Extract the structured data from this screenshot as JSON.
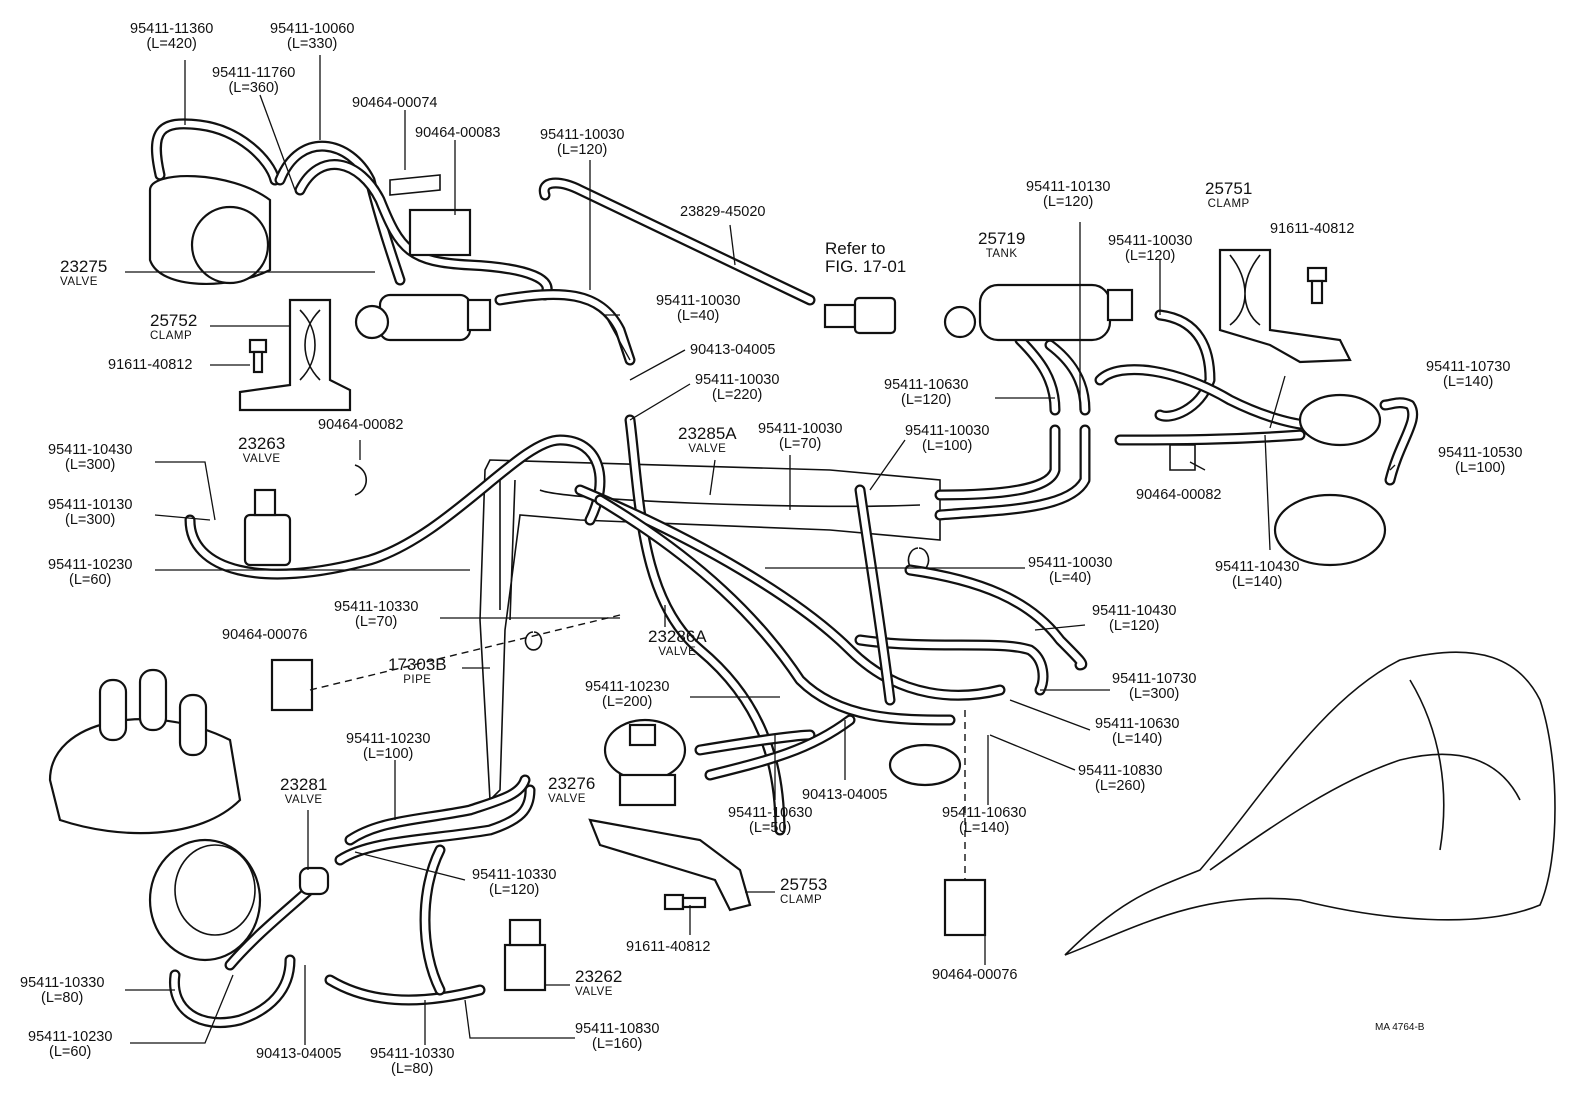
{
  "diagram": {
    "code": "MA 4764-B",
    "refer": {
      "line1": "Refer to",
      "line2": "FIG. 17-01"
    },
    "labels": [
      {
        "id": "a1",
        "pn": "95411-11360",
        "len": "(L=420)"
      },
      {
        "id": "a2",
        "pn": "95411-10060",
        "len": "(L=330)"
      },
      {
        "id": "a3",
        "pn": "95411-11760",
        "len": "(L=360)"
      },
      {
        "id": "a4",
        "pn": "90464-00074",
        "len": ""
      },
      {
        "id": "a5",
        "pn": "90464-00083",
        "len": ""
      },
      {
        "id": "a6",
        "pn": "95411-10030",
        "len": "(L=120)"
      },
      {
        "id": "a7",
        "pn": "23829-45020",
        "len": ""
      },
      {
        "id": "a8",
        "pn": "23275",
        "sub": "VALVE"
      },
      {
        "id": "a9",
        "pn": "25752",
        "sub": "CLAMP"
      },
      {
        "id": "a10",
        "pn": "91611-40812",
        "len": ""
      },
      {
        "id": "a11",
        "pn": "95411-10030",
        "len": "(L=40)"
      },
      {
        "id": "a12",
        "pn": "90413-04005",
        "len": ""
      },
      {
        "id": "a13",
        "pn": "95411-10030",
        "len": "(L=220)"
      },
      {
        "id": "a14",
        "pn": "90464-00082",
        "len": ""
      },
      {
        "id": "a15",
        "pn": "95411-10430",
        "len": "(L=300)"
      },
      {
        "id": "a16",
        "pn": "23263",
        "sub": "VALVE"
      },
      {
        "id": "a17",
        "pn": "95411-10130",
        "len": "(L=300)"
      },
      {
        "id": "a18",
        "pn": "95411-10230",
        "len": "(L=60)"
      },
      {
        "id": "a19",
        "pn": "23285A",
        "sub": "VALVE"
      },
      {
        "id": "a20",
        "pn": "95411-10030",
        "len": "(L=70)"
      },
      {
        "id": "a21",
        "pn": "95411-10030",
        "len": "(L=100)"
      },
      {
        "id": "a22",
        "pn": "95411-10130",
        "len": "(L=120)"
      },
      {
        "id": "a23",
        "pn": "25719",
        "sub": "TANK"
      },
      {
        "id": "a24",
        "pn": "25751",
        "sub": "CLAMP"
      },
      {
        "id": "a25",
        "pn": "91611-40812",
        "len": ""
      },
      {
        "id": "a26",
        "pn": "95411-10030",
        "len": "(L=120)"
      },
      {
        "id": "a27",
        "pn": "95411-10630",
        "len": "(L=120)"
      },
      {
        "id": "a28",
        "pn": "95411-10730",
        "len": "(L=140)"
      },
      {
        "id": "a29",
        "pn": "95411-10530",
        "len": "(L=100)"
      },
      {
        "id": "a30",
        "pn": "90464-00082",
        "len": ""
      },
      {
        "id": "a31",
        "pn": "95411-10430",
        "len": "(L=140)"
      },
      {
        "id": "a32",
        "pn": "95411-10030",
        "len": "(L=40)"
      },
      {
        "id": "a33",
        "pn": "95411-10430",
        "len": "(L=120)"
      },
      {
        "id": "a34",
        "pn": "95411-10330",
        "len": "(L=70)"
      },
      {
        "id": "a35",
        "pn": "90464-00076",
        "len": ""
      },
      {
        "id": "a36",
        "pn": "23286A",
        "sub": "VALVE"
      },
      {
        "id": "a37",
        "pn": "17303B",
        "sub": "PIPE"
      },
      {
        "id": "a38",
        "pn": "95411-10730",
        "len": "(L=300)"
      },
      {
        "id": "a39",
        "pn": "95411-10630",
        "len": "(L=140)"
      },
      {
        "id": "a40",
        "pn": "95411-10230",
        "len": "(L=200)"
      },
      {
        "id": "a41",
        "pn": "95411-10830",
        "len": "(L=260)"
      },
      {
        "id": "a42",
        "pn": "95411-10230",
        "len": "(L=100)"
      },
      {
        "id": "a43",
        "pn": "23281",
        "sub": "VALVE"
      },
      {
        "id": "a44",
        "pn": "23276",
        "sub": "VALVE"
      },
      {
        "id": "a45",
        "pn": "95411-10630",
        "len": "(L=50)"
      },
      {
        "id": "a46",
        "pn": "90413-04005",
        "len": ""
      },
      {
        "id": "a47",
        "pn": "95411-10630",
        "len": "(L=140)"
      },
      {
        "id": "a48",
        "pn": "95411-10330",
        "len": "(L=120)"
      },
      {
        "id": "a49",
        "pn": "25753",
        "sub": "CLAMP"
      },
      {
        "id": "a50",
        "pn": "91611-40812",
        "len": ""
      },
      {
        "id": "a51",
        "pn": "90464-00076",
        "len": ""
      },
      {
        "id": "a52",
        "pn": "23262",
        "sub": "VALVE"
      },
      {
        "id": "a53",
        "pn": "95411-10330",
        "len": "(L=80)"
      },
      {
        "id": "a54",
        "pn": "95411-10230",
        "len": "(L=60)"
      },
      {
        "id": "a55",
        "pn": "90413-04005",
        "len": ""
      },
      {
        "id": "a56",
        "pn": "95411-10330",
        "len": "(L=80)"
      },
      {
        "id": "a57",
        "pn": "95411-10830",
        "len": "(L=160)"
      }
    ]
  }
}
